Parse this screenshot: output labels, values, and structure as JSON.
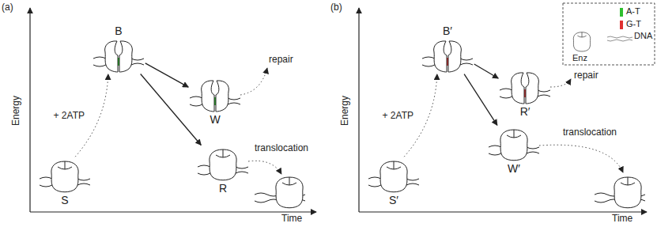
{
  "diagram": {
    "nodes": [
      {
        "text": [
          "S"
        ]
      },
      {
        "text": [
          "B"
        ]
      },
      {
        "text": [
          "W"
        ]
      },
      {
        "text": [
          "R"
        ]
      },
      {
        "text": [
          "S′"
        ]
      },
      {
        "text": [
          "B′"
        ]
      },
      {
        "text": [
          "R′"
        ]
      },
      {
        "text": [
          "W′"
        ]
      }
    ],
    "edges": [
      {
        "from": 0,
        "to": 1,
        "arrow": "to",
        "label": "+ 2ATP"
      },
      {
        "from": 1,
        "to": 2,
        "arrow": "to"
      },
      {
        "from": 1,
        "to": 3,
        "arrow": "to"
      },
      {
        "from": 4,
        "to": 5,
        "arrow": "to",
        "label": "+ 2ATP"
      },
      {
        "from": 5,
        "to": 6,
        "arrow": "to"
      },
      {
        "from": 5,
        "to": 7,
        "arrow": "to"
      }
    ],
    "labels": [
      "(a)",
      "Energy",
      "Time",
      "repair",
      "translocation",
      "(b)",
      "Energy",
      "Time",
      "repair",
      "translocation"
    ],
    "legend": [
      {
        "text": "A-T",
        "color": "#2fbf2f"
      },
      {
        "text": "G-T",
        "color": "#e03030"
      },
      {
        "text": "Enz"
      },
      {
        "text": "DNA"
      }
    ]
  }
}
